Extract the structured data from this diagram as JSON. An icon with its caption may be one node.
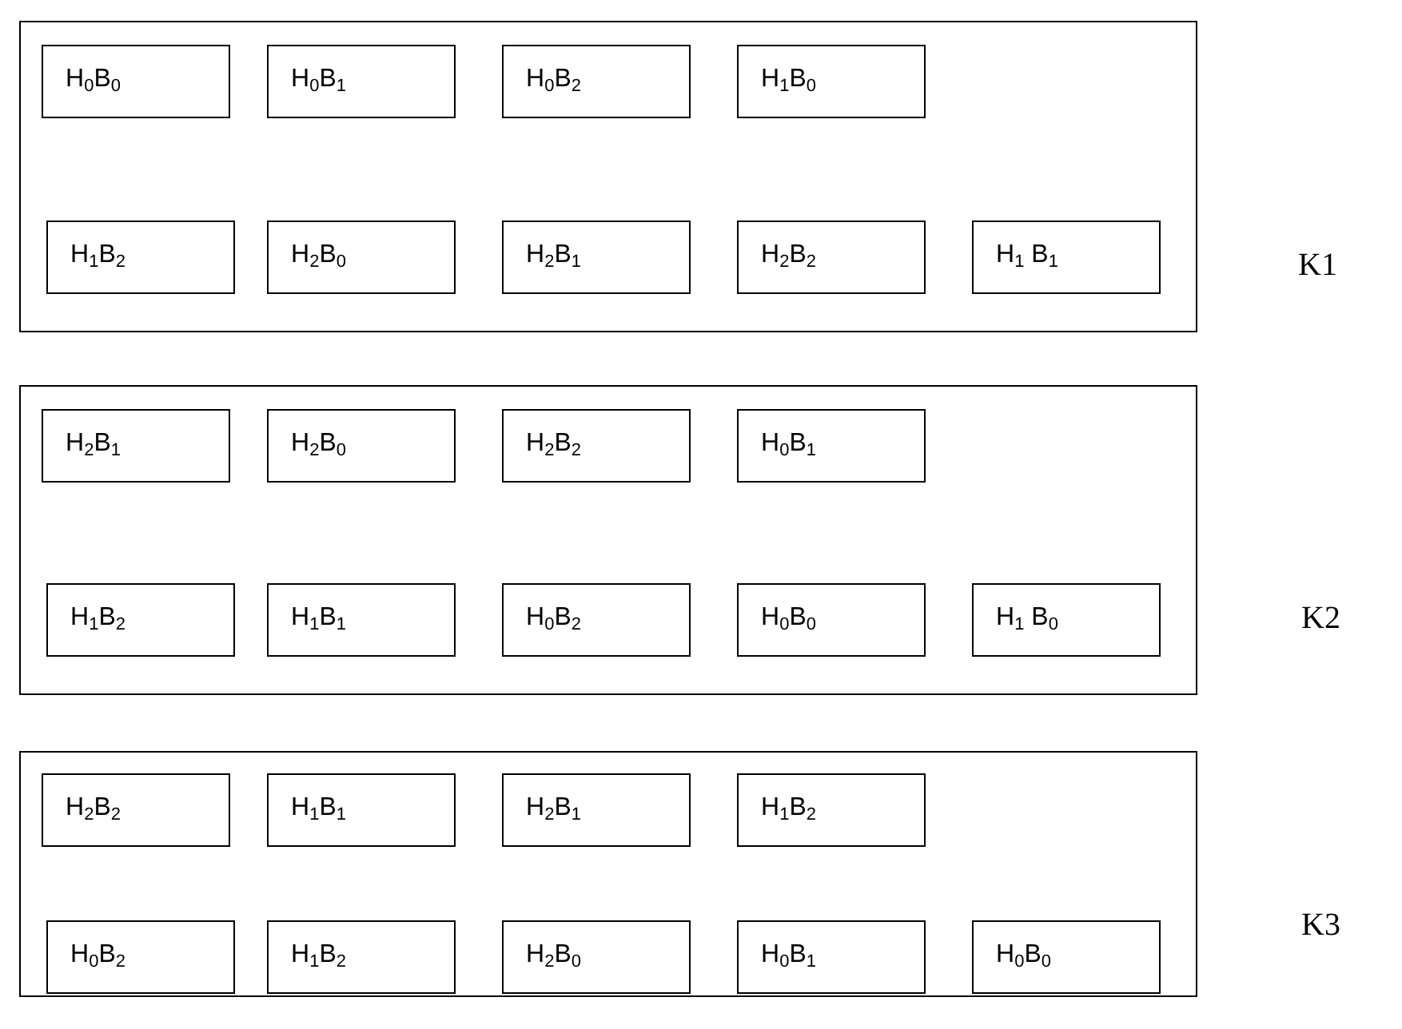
{
  "diagram": {
    "nodes": [
      {
        "text": [],
        "shape": "box",
        "beside": [
          "K1"
        ]
      },
      {
        "text": [
          "H$_{0}$B$_{0}$"
        ],
        "in": 0
      },
      {
        "text": [
          "H$_{0}$B$_{1}$"
        ],
        "in": 0
      },
      {
        "text": [
          "H$_{0}$B$_{2}$"
        ],
        "in": 0
      },
      {
        "text": [
          "H$_{1}$B$_{0}$"
        ],
        "in": 0
      },
      {
        "text": [
          "H$_{1}$B$_{2}$"
        ],
        "in": 0
      },
      {
        "text": [
          "H$_{2}$B$_{0}$"
        ],
        "in": 0
      },
      {
        "text": [
          "H$_{2}$B$_{1}$"
        ],
        "in": 0
      },
      {
        "text": [
          "H$_{2}$B$_{2}$"
        ],
        "in": 0
      },
      {
        "text": [
          "H$_{1}$ B$_{1}$"
        ],
        "in": 0
      },
      {
        "text": [],
        "shape": "box",
        "beside": [
          "K2"
        ]
      },
      {
        "text": [
          "H$_{2}$B$_{1}$"
        ],
        "in": 10
      },
      {
        "text": [
          "H$_{2}$B$_{0}$"
        ],
        "in": 10
      },
      {
        "text": [
          "H$_{2}$B$_{2}$"
        ],
        "in": 10
      },
      {
        "text": [
          "H$_{0}$B$_{1}$"
        ],
        "in": 10
      },
      {
        "text": [
          "H$_{1}$B$_{2}$"
        ],
        "in": 10
      },
      {
        "text": [
          "H$_{1}$B$_{1}$"
        ],
        "in": 10
      },
      {
        "text": [
          "H$_{0}$B$_{2}$"
        ],
        "in": 10
      },
      {
        "text": [
          "H$_{0}$B$_{0}$"
        ],
        "in": 10
      },
      {
        "text": [
          "H$_{1}$ B$_{0}$"
        ],
        "in": 10
      },
      {
        "text": [],
        "shape": "box",
        "beside": [
          "K3"
        ]
      },
      {
        "text": [
          "H$_{2}$B$_{2}$"
        ],
        "in": 20
      },
      {
        "text": [
          "H$_{1}$B$_{1}$"
        ],
        "in": 20
      },
      {
        "text": [
          "H$_{2}$B$_{1}$"
        ],
        "in": 20
      },
      {
        "text": [
          "H$_{1}$B$_{2}$"
        ],
        "in": 20
      },
      {
        "text": [
          "H$_{0}$B$_{2}$"
        ],
        "in": 20
      },
      {
        "text": [
          "H$_{1}$B$_{2}$"
        ],
        "in": 20
      },
      {
        "text": [
          "H$_{2}$B$_{0}$"
        ],
        "in": 20
      },
      {
        "text": [
          "H$_{0}$B$_{1}$"
        ],
        "in": 20
      },
      {
        "text": [
          "H$_{0}$B$_{0}$"
        ],
        "in": 20
      }
    ]
  }
}
